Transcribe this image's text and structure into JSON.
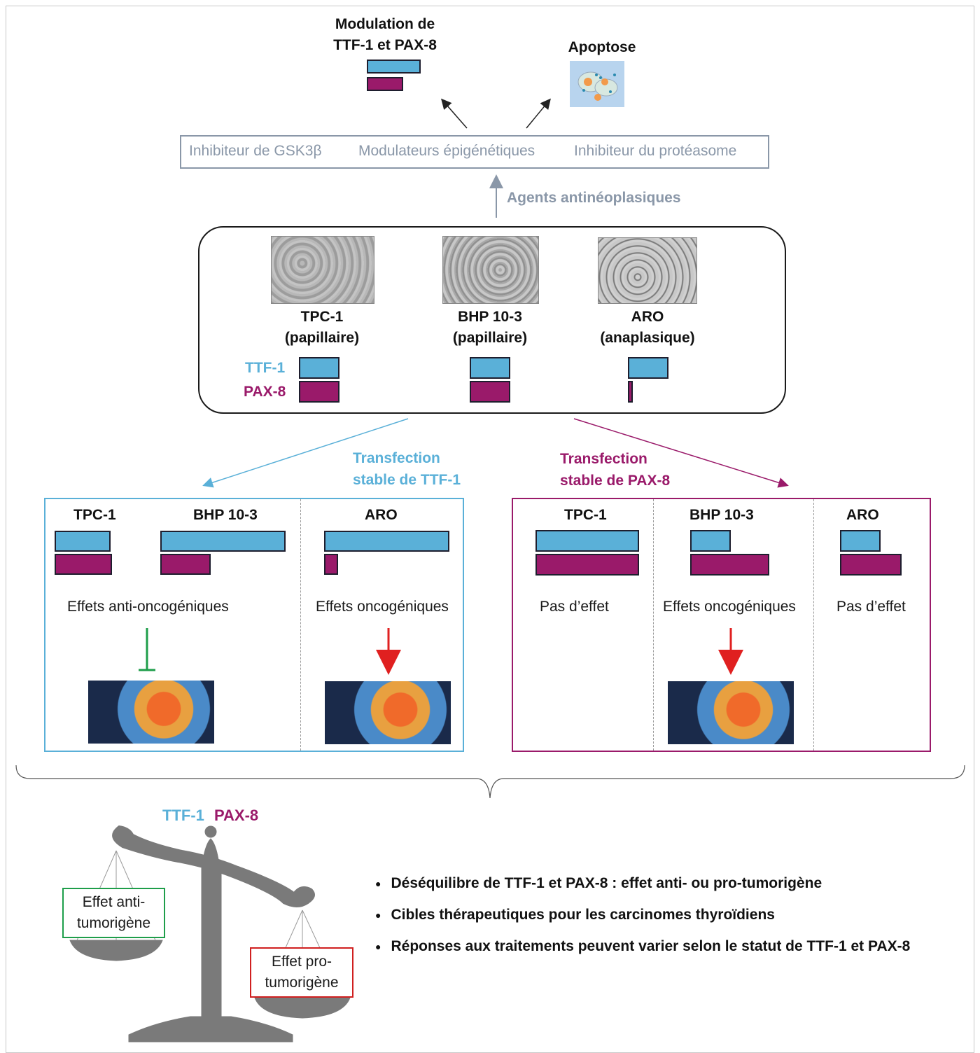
{
  "top": {
    "modulation_title_1": "Modulation de",
    "modulation_title_2": "TTF-1 et PAX-8",
    "apoptose_title": "Apoptose",
    "agents": [
      "Inhibiteur de GSK3β",
      "Modulateurs épigénétiques",
      "Inhibiteur du protéasome"
    ],
    "agents_label": "Agents antinéoplasiques"
  },
  "cell_lines": [
    {
      "name": "TPC-1",
      "type": "(papillaire)",
      "ttf1": 1.0,
      "pax8": 1.0
    },
    {
      "name": "BHP 10-3",
      "type": "(papillaire)",
      "ttf1": 1.0,
      "pax8": 1.0
    },
    {
      "name": "ARO",
      "type": "(anaplasique)",
      "ttf1": 1.0,
      "pax8": 0.1
    }
  ],
  "legend": {
    "ttf1": "TTF-1",
    "pax8": "PAX-8"
  },
  "transfection": {
    "ttf1_label_1": "Transfection",
    "ttf1_label_2": "stable de TTF-1",
    "pax8_label_1": "Transfection",
    "pax8_label_2": "stable de PAX-8"
  },
  "ttf1_panel": {
    "lines": [
      "TPC-1",
      "BHP 10-3",
      "ARO"
    ],
    "effect_left": "Effets anti-oncogéniques",
    "effect_right": "Effets oncogéniques"
  },
  "pax8_panel": {
    "lines": [
      "TPC-1",
      "BHP 10-3",
      "ARO"
    ],
    "effects": [
      "Pas d’effet",
      "Effets oncogéniques",
      "Pas d’effet"
    ]
  },
  "balance": {
    "ttf1": "TTF-1",
    "pax8": "PAX-8",
    "anti_1": "Effet anti-",
    "anti_2": "tumorigène",
    "pro_1": "Effet pro-",
    "pro_2": "tumorigène"
  },
  "bullets": [
    "Déséquilibre de TTF-1 et PAX-8 : effet anti- ou pro-tumorigène",
    "Cibles thérapeutiques pour les carcinomes thyroïdiens",
    "Réponses aux traitements peuvent varier selon le statut de TTF-1 et PAX-8"
  ],
  "colors": {
    "ttf1": "#5ab0d8",
    "pax8": "#9a1a6a",
    "gray_text": "#8a97a8",
    "green": "#1e9e4a",
    "red": "#e02020"
  }
}
